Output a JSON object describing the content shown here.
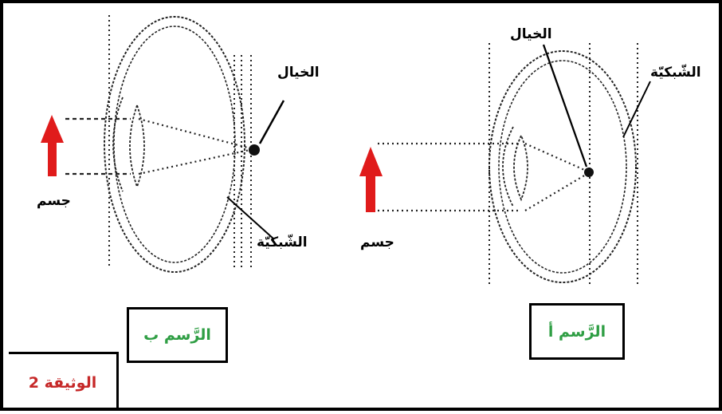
{
  "document_label": "الوثيقة 2",
  "figure_b": {
    "caption": "الرَّسم ب",
    "image_label": "الخيال",
    "retina_label": "الشّبكيّة",
    "object_label": "جسم"
  },
  "figure_a": {
    "caption": "الرَّسم أ",
    "image_label": "الخيال",
    "retina_label": "الشّبكيّة",
    "object_label": "جسم"
  },
  "colors": {
    "arrow": "#e01b1b",
    "caption": "#2f9e44",
    "document_label": "#c62828",
    "lines": "#222222"
  }
}
